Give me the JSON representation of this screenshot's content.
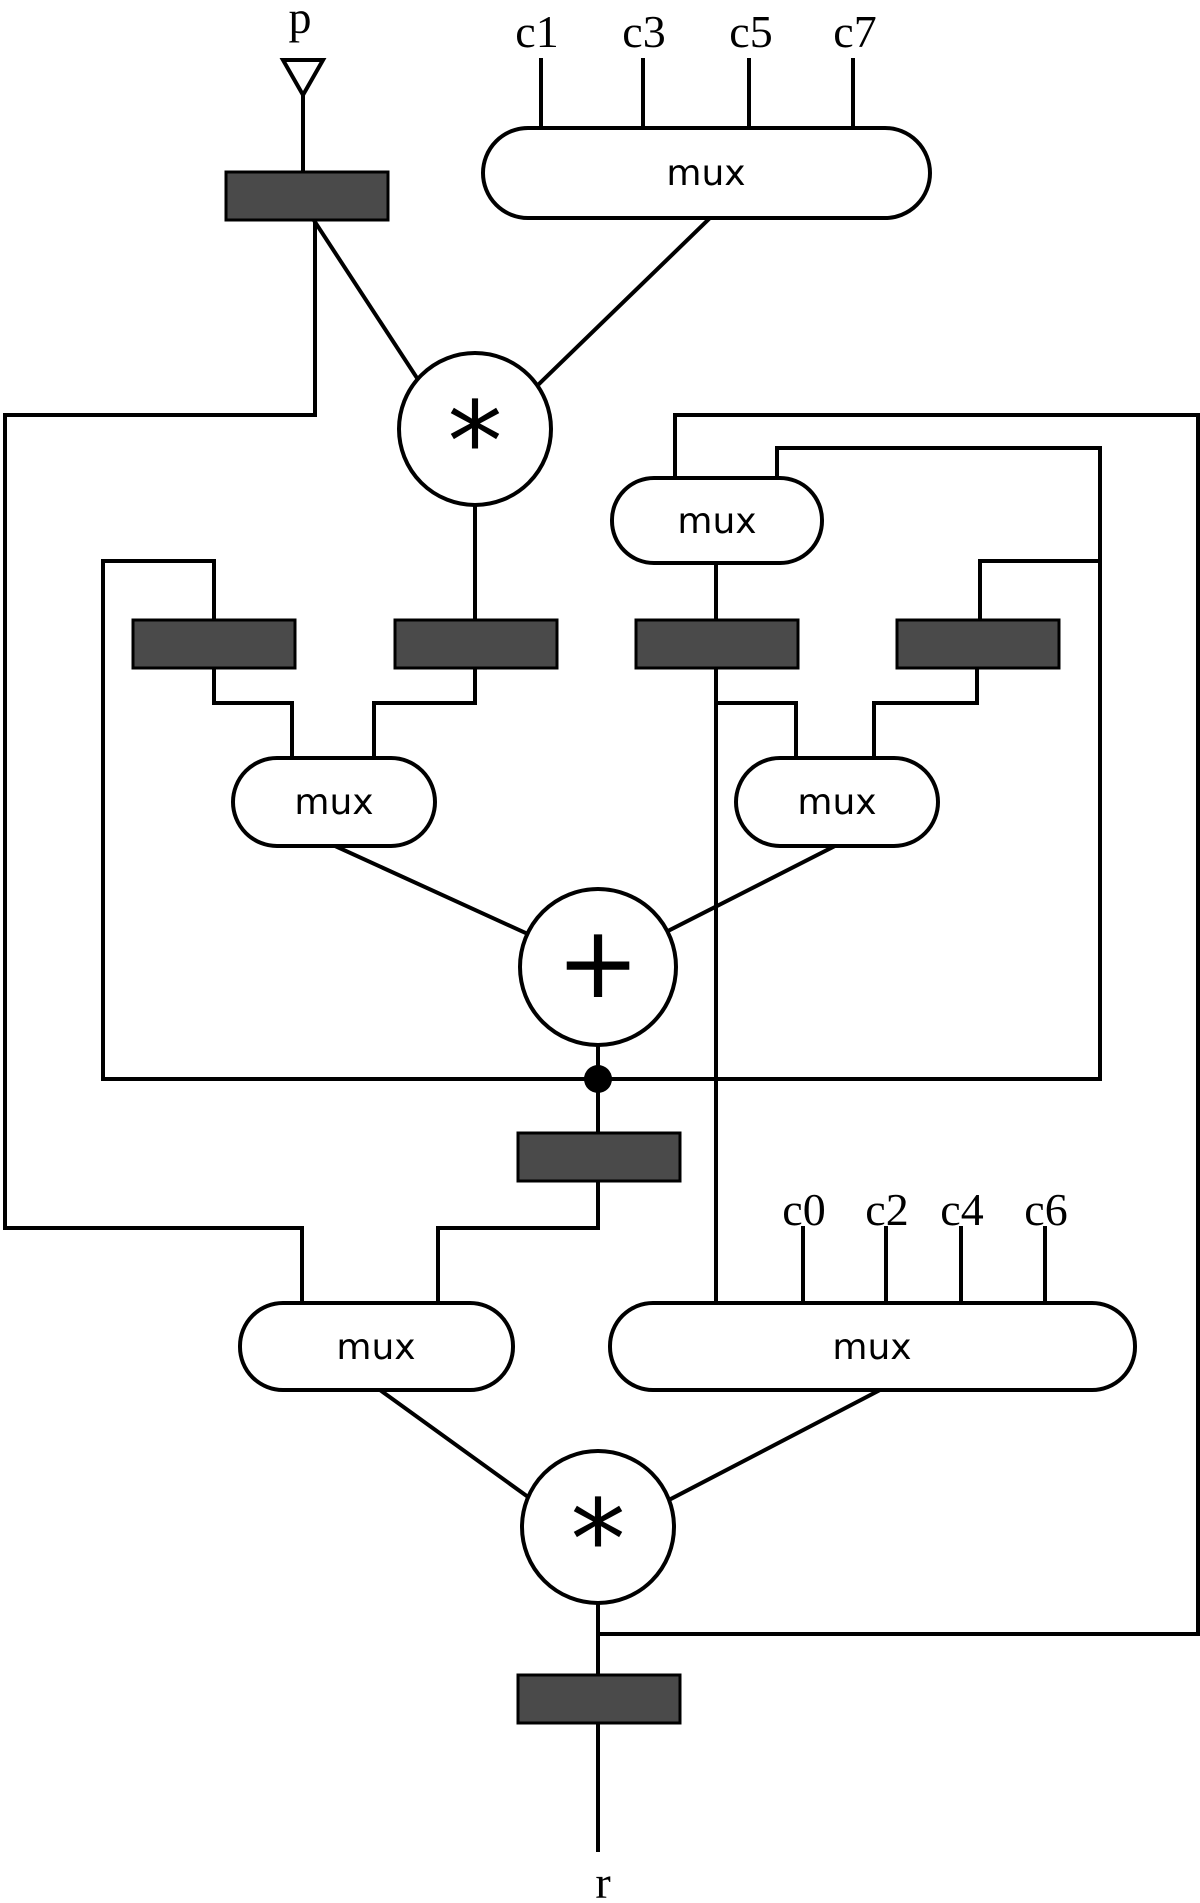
{
  "signals": {
    "input": "p",
    "output": "r",
    "top_constants": [
      "c1",
      "c3",
      "c5",
      "c7"
    ],
    "bottom_constants": [
      "c0",
      "c2",
      "c4",
      "c6"
    ]
  },
  "mux": {
    "label": "mux"
  },
  "operators": {
    "multiply": "*",
    "add": "+"
  },
  "colors": {
    "register_fill": "#4a4a4a",
    "line": "#000000",
    "background": "#ffffff"
  }
}
